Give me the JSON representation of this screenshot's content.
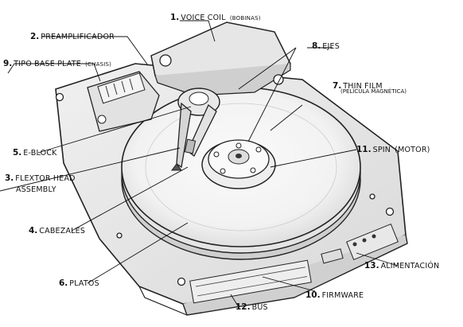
{
  "labels": [
    {
      "num": "1.",
      "text": "VOICE COIL",
      "sub": "(BOBINAS)"
    },
    {
      "num": "2.",
      "text": "PREAMPLIFICADOR"
    },
    {
      "num": "9.",
      "text": "TIPO BASE PLATE",
      "sub": "(CHASIS)"
    },
    {
      "num": "8.",
      "text": "EJES"
    },
    {
      "num": "7.",
      "text": "THIN FILM",
      "sub": "(PELÍCULA MAGNÉTICA)"
    },
    {
      "num": "5.",
      "text": "E-BLOCK"
    },
    {
      "num": "11.",
      "text": "SPIN",
      "sub": "(MOTOR)"
    },
    {
      "num": "3.",
      "text": "FLEXTOR HEAD",
      "line2": "ASSEMBLY"
    },
    {
      "num": "4.",
      "text": "CABEZALES"
    },
    {
      "num": "13.",
      "text": "ALIMENTACIÓN"
    },
    {
      "num": "6.",
      "text": "PLATOS"
    },
    {
      "num": "10.",
      "text": "FIRMWARE"
    },
    {
      "num": "12.",
      "text": "BUS"
    }
  ]
}
